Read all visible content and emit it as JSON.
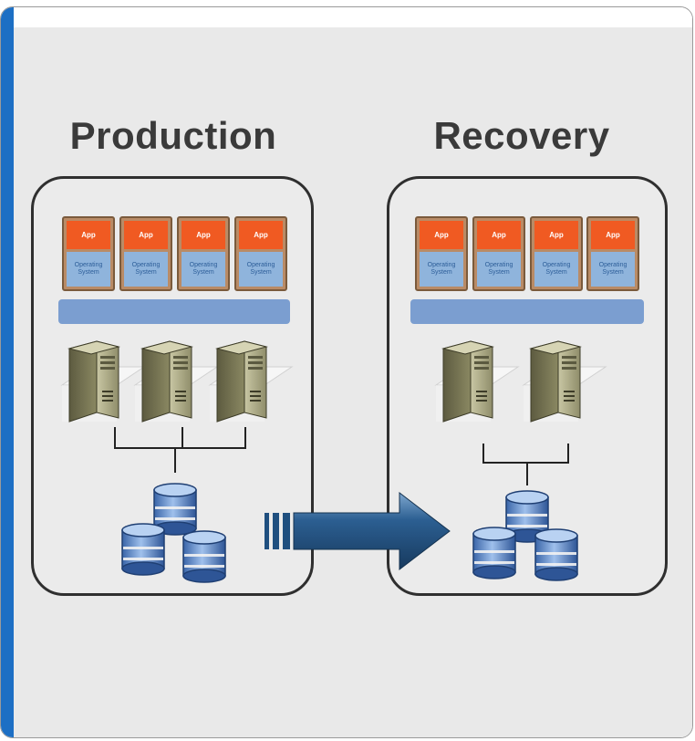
{
  "production": {
    "title": "Production",
    "vms": [
      {
        "app": "App",
        "os": "Operating System"
      },
      {
        "app": "App",
        "os": "Operating System"
      },
      {
        "app": "App",
        "os": "Operating System"
      },
      {
        "app": "App",
        "os": "Operating System"
      }
    ],
    "server_count": 3,
    "database_count": 3
  },
  "recovery": {
    "title": "Recovery",
    "vms": [
      {
        "app": "App",
        "os": "Operating System"
      },
      {
        "app": "App",
        "os": "Operating System"
      },
      {
        "app": "App",
        "os": "Operating System"
      },
      {
        "app": "App",
        "os": "Operating System"
      }
    ],
    "server_count": 2,
    "database_count": 3
  },
  "colors": {
    "app_block": "#f05a22",
    "os_block": "#8fb4dc",
    "virtualization_layer": "#7b9ed0",
    "arrow": "#1f4f7f",
    "frame_accent": "#1d6fc4"
  },
  "icons": [
    "virtual-machine-icon",
    "server-tower-icon",
    "database-icon",
    "replication-arrow-icon"
  ]
}
